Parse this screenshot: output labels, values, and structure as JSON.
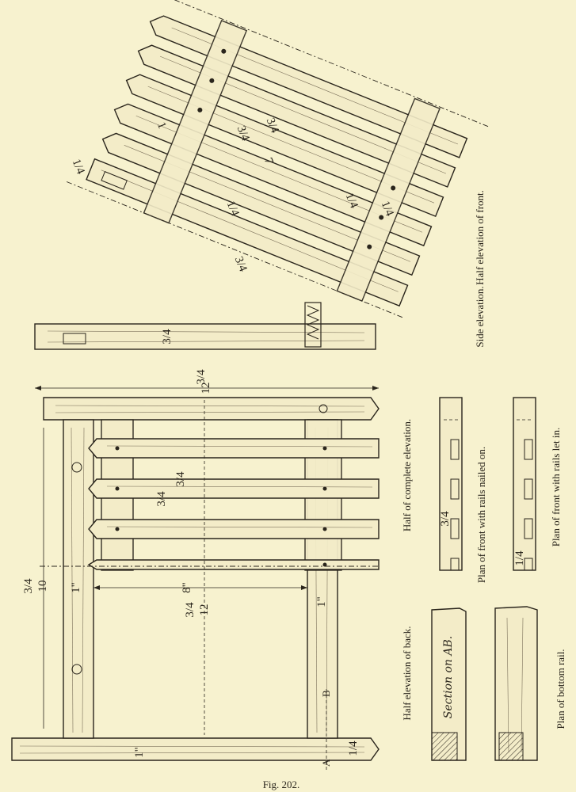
{
  "figure_caption": "Fig. 202.",
  "labels": {
    "half_elevation_front": "Half elevation of front.",
    "side_elevation": "Side elevation.",
    "half_complete_elevation": "Half of complete elevation.",
    "half_elevation_back": "Half elevation of back.",
    "plan_rails_nailed": "Plan of front with rails nailed on.",
    "plan_rails_let_in": "Plan of front with rails let in.",
    "plan_bottom_rail": "Plan of bottom rail.",
    "section_ab": "Section on AB."
  },
  "dimensions": {
    "overall_width": "12",
    "overall_width_frac": "3/4",
    "height_left": "10",
    "height_left_frac": "3/4",
    "inner_width": "8\"",
    "inner_height": "12",
    "inner_height_frac": "3/4",
    "stile_width": "1\"",
    "slat_width": "3/4",
    "slat_gap": "3/4",
    "small_dim": "1/4",
    "side_slat": "3/4",
    "side_7": "7",
    "side_1_inch": "1",
    "plan_dim": "1/4",
    "plan_dim_2": "3/4"
  },
  "markers": {
    "point_a": "A",
    "point_b": "B"
  }
}
